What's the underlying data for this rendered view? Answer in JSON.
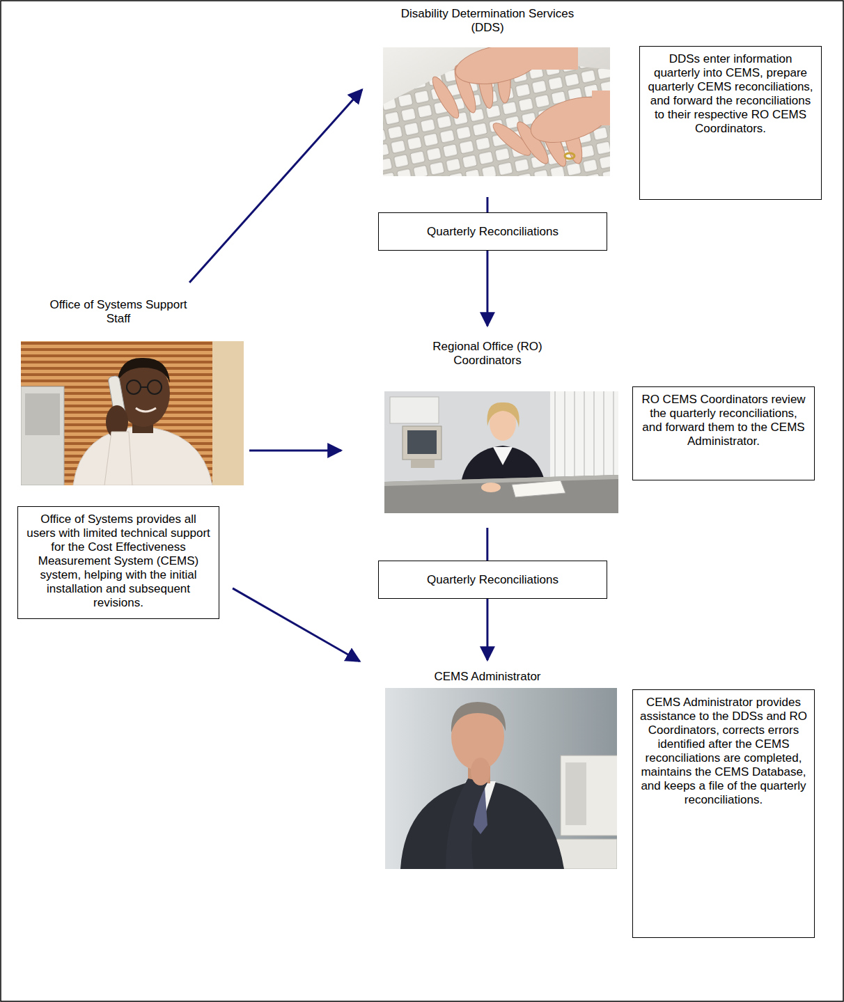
{
  "diagram": {
    "nodes": [
      {
        "text": [
          "Disability Determination Services (DDS)"
        ]
      },
      {
        "text": [
          "DDSs enter information quarterly into CEMS, prepare quarterly CEMS reconciliations, and forward the reconciliations to their respective RO CEMS Coordinators."
        ]
      },
      {
        "text": [
          "Quarterly Reconciliations"
        ]
      },
      {
        "text": [
          "Office of Systems Support Staff"
        ]
      },
      {
        "text": [
          "Regional Office (RO) Coordinators"
        ]
      },
      {
        "text": [
          "RO CEMS Coordinators review the quarterly reconciliations, and forward them to the CEMS Administrator."
        ]
      },
      {
        "text": [
          "Office of Systems provides all users with limited technical support for the Cost Effectiveness Measurement System (CEMS) system, helping with the initial installation and subsequent revisions."
        ]
      },
      {
        "text": [
          "Quarterly Reconciliations"
        ]
      },
      {
        "text": [
          "CEMS Administrator"
        ]
      },
      {
        "text": [
          "CEMS Administrator provides assistance to the DDSs and RO Coordinators, corrects errors identified after the CEMS reconciliations are completed, maintains the CEMS Database, and keeps a file of the quarterly reconciliations."
        ]
      }
    ],
    "edges": [
      {
        "from": 0,
        "to": 2,
        "arrow": "none"
      },
      {
        "from": 2,
        "to": 4,
        "arrow": "to"
      },
      {
        "from": 4,
        "to": 7,
        "arrow": "none"
      },
      {
        "from": 7,
        "to": 8,
        "arrow": "to"
      },
      {
        "from": 3,
        "to": 0,
        "arrow": "to"
      },
      {
        "from": 3,
        "to": 4,
        "arrow": "to"
      },
      {
        "from": 6,
        "to": 8,
        "arrow": "to"
      }
    ]
  }
}
